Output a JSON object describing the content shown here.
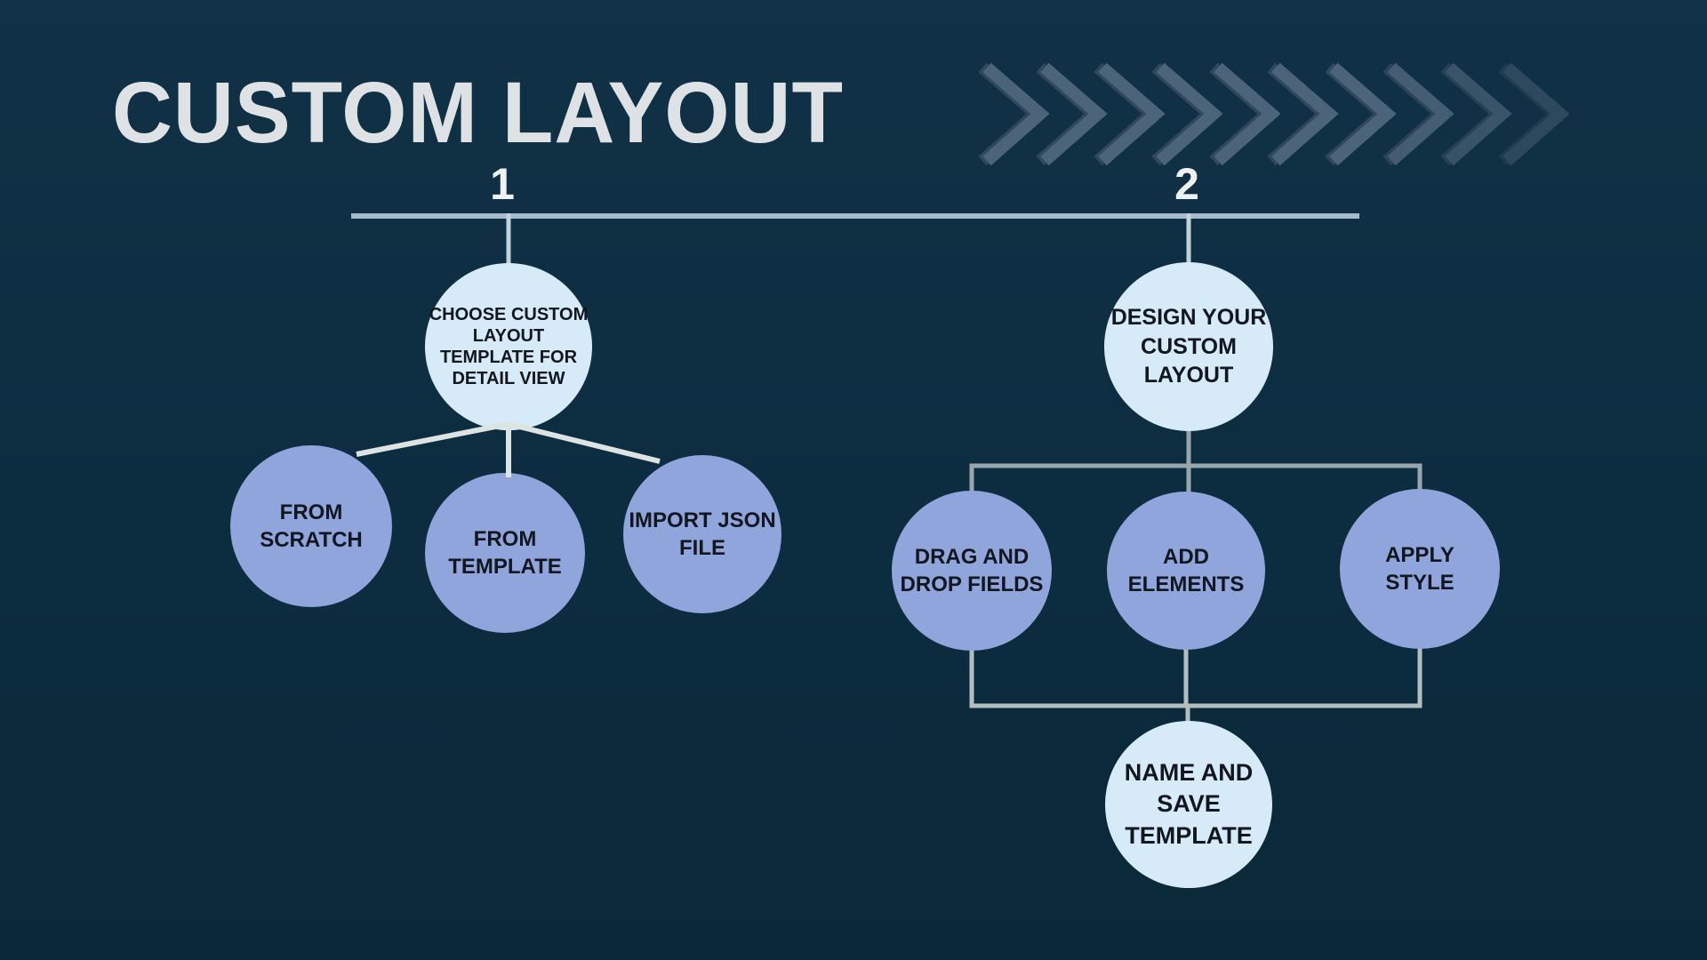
{
  "title": "CUSTOM LAYOUT",
  "steps": [
    {
      "number": "1",
      "root_label": "CHOOSE CUSTOM\nLAYOUT\nTEMPLATE FOR\nDETAIL VIEW",
      "options": [
        {
          "label": "FROM\nSCRATCH"
        },
        {
          "label": "FROM\nTEMPLATE"
        },
        {
          "label": "IMPORT JSON\nFILE"
        }
      ]
    },
    {
      "number": "2",
      "root_label": "DESIGN YOUR\nCUSTOM\nLAYOUT",
      "options": [
        {
          "label": "DRAG AND\nDROP FIELDS"
        },
        {
          "label": "ADD\nELEMENTS"
        },
        {
          "label": "APPLY\nSTYLE"
        }
      ],
      "result_label": "NAME AND\nSAVE\nTEMPLATE"
    }
  ],
  "decor": {
    "chevron_count": 10
  },
  "colors": {
    "background": "#0c2c40",
    "light_node": "#d6eaf8",
    "accent_node": "#90a5dc",
    "node_text": "#12161f",
    "timeline_line": "#a6bbc9",
    "fan_line": "#dde3e0",
    "bracket_line": "#99a6ad",
    "chevron": "#50677c",
    "title_text": "#dfe2e5"
  }
}
